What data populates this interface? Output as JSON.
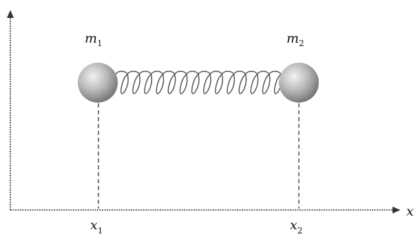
{
  "labels": {
    "mass_1": {
      "symbol": "m",
      "subscript": "1"
    },
    "mass_2": {
      "symbol": "m",
      "subscript": "2"
    },
    "position_1": {
      "symbol": "x",
      "subscript": "1"
    },
    "position_2": {
      "symbol": "x",
      "subscript": "2"
    },
    "x_axis": "x"
  },
  "colors": {
    "ball_light": "#f2f2f2",
    "ball_mid": "#b8b8b8",
    "ball_dark": "#7a7a7a",
    "line": "#444444"
  }
}
